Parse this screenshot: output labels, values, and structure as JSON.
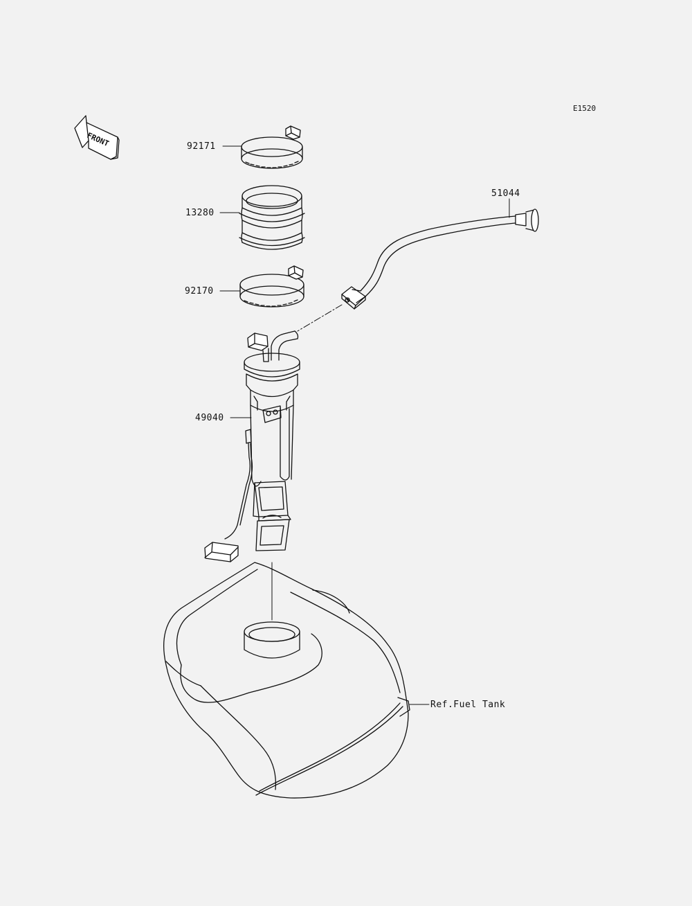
{
  "diagram": {
    "code": "E1520",
    "direction_indicator": "FRONT",
    "parts": [
      {
        "number": "92171",
        "name": "clamp-upper"
      },
      {
        "number": "13280",
        "name": "seal-boot"
      },
      {
        "number": "92170",
        "name": "clamp-lower"
      },
      {
        "number": "51044",
        "name": "fuel-hose"
      },
      {
        "number": "49040",
        "name": "fuel-pump-assembly"
      }
    ],
    "reference": "Ref.Fuel Tank"
  },
  "colors": {
    "background": "#f2f2f2",
    "line": "#111111"
  }
}
